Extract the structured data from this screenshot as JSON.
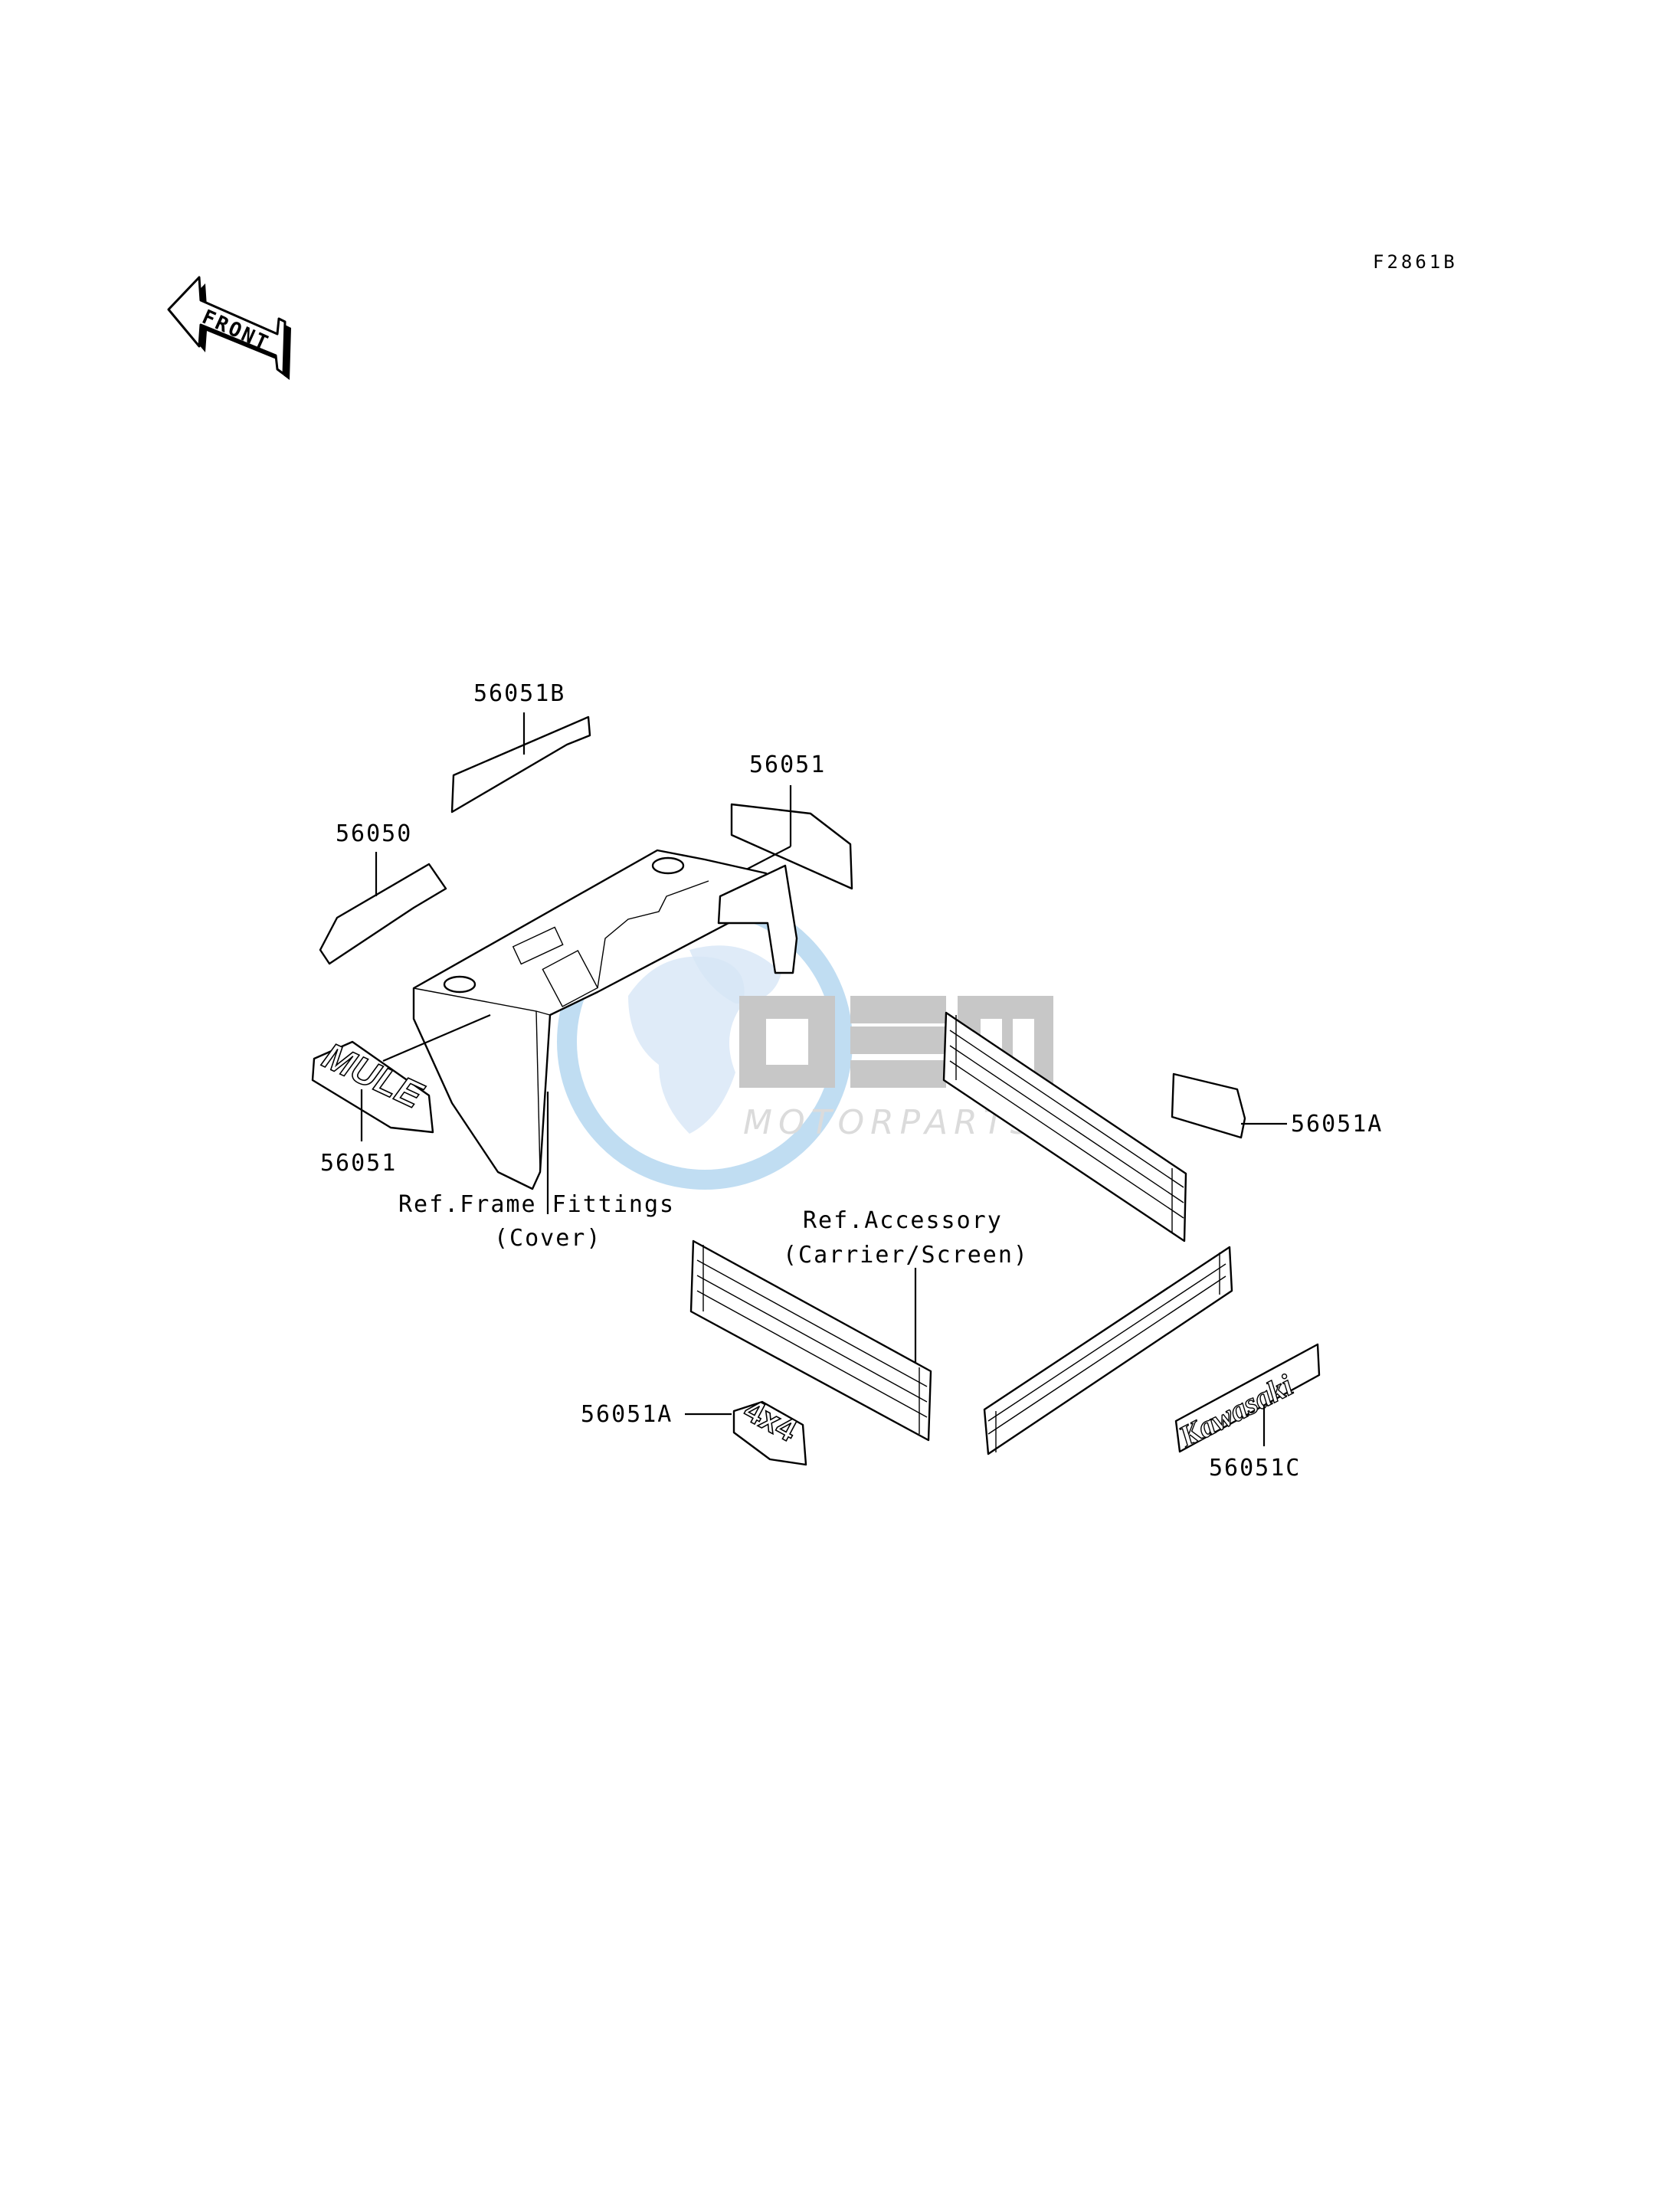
{
  "figure_code": "F2861B",
  "front_arrow": {
    "label": "FRONT",
    "icon": "front-arrow-icon"
  },
  "callouts": {
    "p56051B": "56051B",
    "p56051_top": "56051",
    "p56050": "56050",
    "p56051_left": "56051",
    "p56051A_right": "56051A",
    "p56051A_bottom": "56051A",
    "p56051C": "56051C"
  },
  "references": {
    "frame_line1": "Ref.Frame Fittings",
    "frame_line2": "(Cover)",
    "accessory_line1": "Ref.Accessory",
    "accessory_line2": "(Carrier/Screen)"
  },
  "decals": {
    "mule": "MULE",
    "kawasaki": "Kawasaki",
    "four_by_four": "4x4"
  },
  "watermark": {
    "brand": "OSM",
    "sub": "MOTORPARTS",
    "colors": {
      "globe": "#2f8fd6",
      "letters": "#9b9b9b"
    }
  }
}
